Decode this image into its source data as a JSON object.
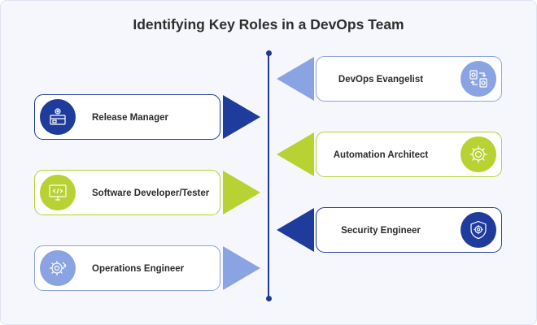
{
  "title": "Identifying Key Roles in a DevOps Team",
  "colors": {
    "navy": "#1f3c9c",
    "lime": "#b7d232",
    "light_blue": "#8aa4e3",
    "timeline": "#1e3a96"
  },
  "roles_left": [
    {
      "label": "Release Manager",
      "color": "navy",
      "icon": "box-gear-icon"
    },
    {
      "label": "Software Developer/Tester",
      "color": "lime",
      "icon": "code-monitor-icon"
    },
    {
      "label": "Operations Engineer",
      "color": "light_blue",
      "icon": "gear-cycle-icon"
    }
  ],
  "roles_right": [
    {
      "label": "DevOps Evangelist",
      "color": "light_blue",
      "icon": "exchange-docs-icon"
    },
    {
      "label": "Automation Architect",
      "color": "lime",
      "icon": "gear-icon"
    },
    {
      "label": "Security Engineer",
      "color": "navy",
      "icon": "shield-gear-icon"
    }
  ]
}
